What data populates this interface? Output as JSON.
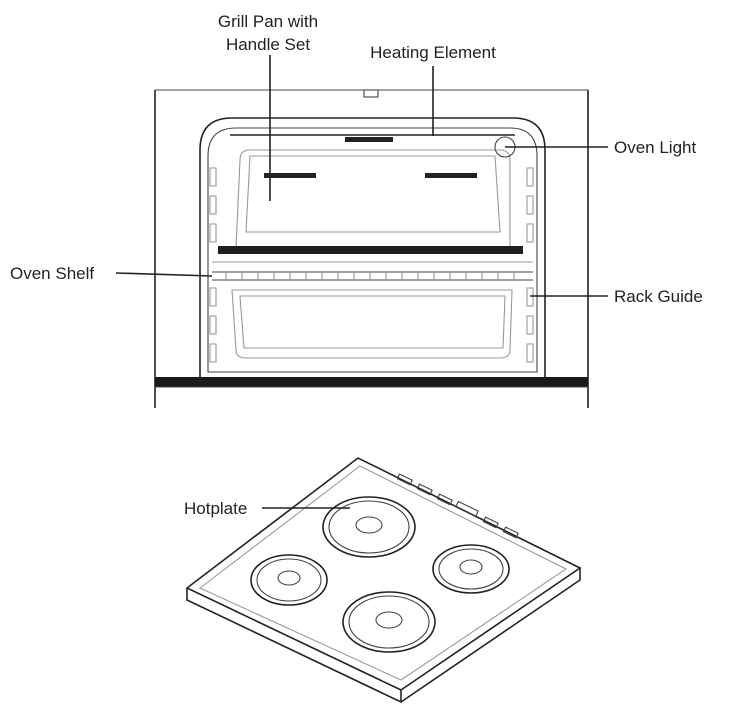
{
  "labels": {
    "grill_pan_line1": "Grill Pan with",
    "grill_pan_line2": "Handle Set",
    "heating_element": "Heating Element",
    "oven_light": "Oven Light",
    "oven_shelf": "Oven Shelf",
    "rack_guide": "Rack Guide",
    "hotplate": "Hotplate"
  }
}
